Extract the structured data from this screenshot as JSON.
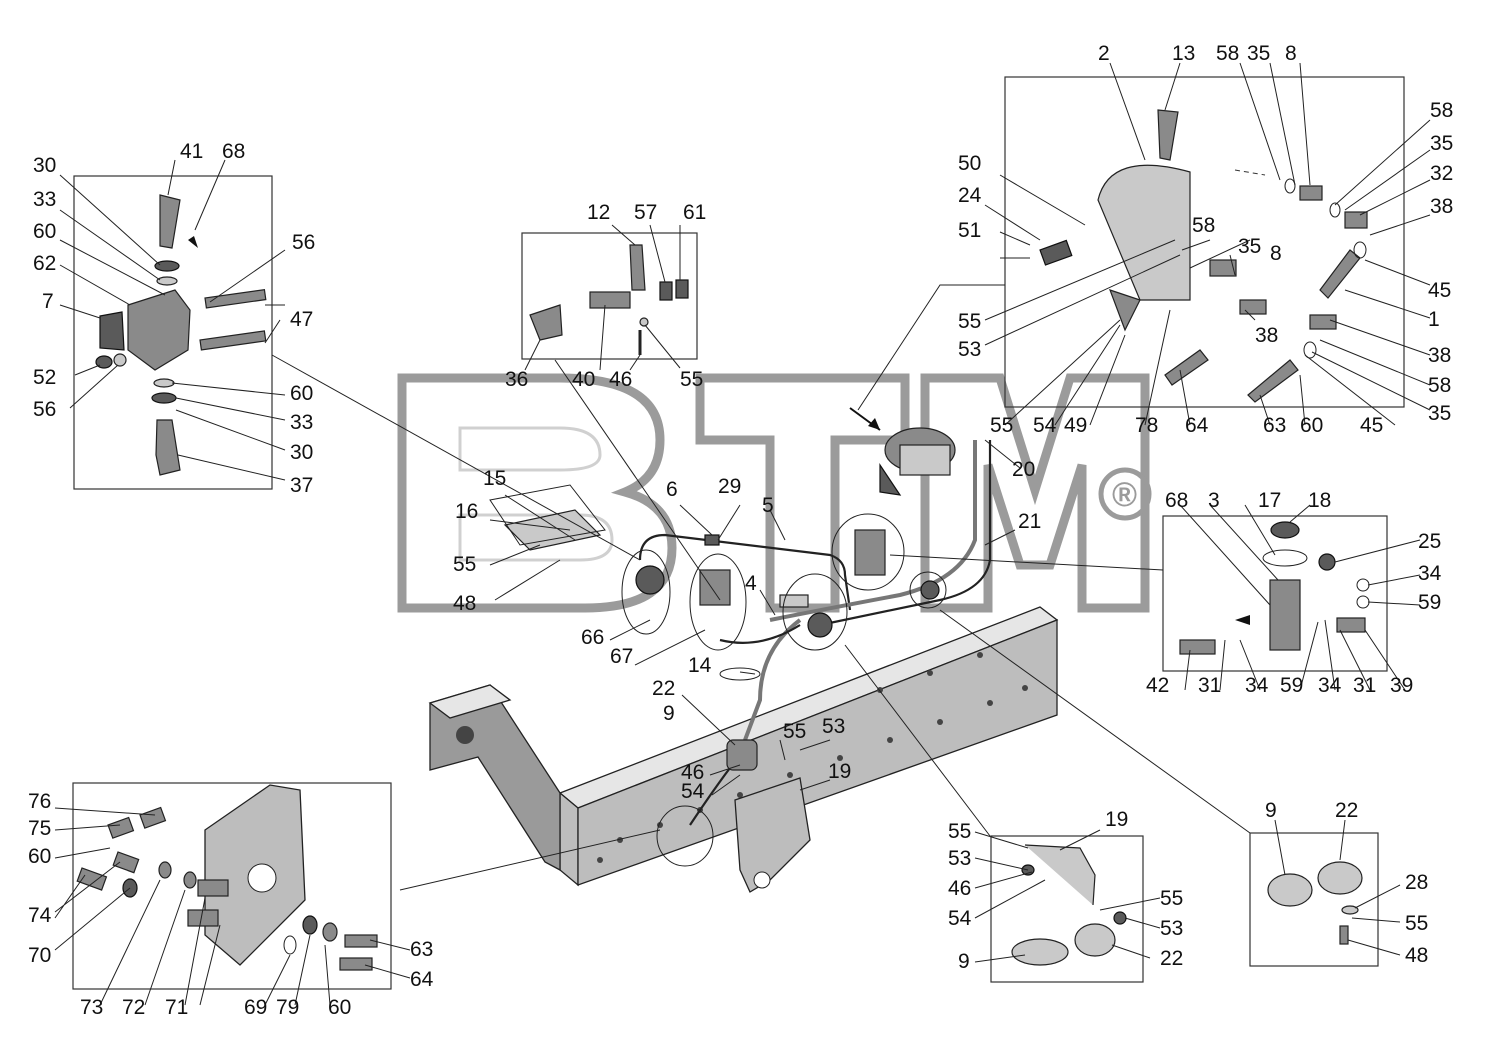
{
  "watermark": {
    "brand": "BTM",
    "mark": "®"
  },
  "colors": {
    "line": "#222222",
    "part": "#8a8a8a",
    "watermark": "#9b9b9b"
  },
  "callouts": [
    {
      "id": "c-2",
      "text": "2"
    },
    {
      "id": "c-13",
      "text": "13"
    },
    {
      "id": "c-58a",
      "text": "58"
    },
    {
      "id": "c-35a",
      "text": "35"
    },
    {
      "id": "c-8a",
      "text": "8"
    },
    {
      "id": "c-58b",
      "text": "58"
    },
    {
      "id": "c-35b",
      "text": "35"
    },
    {
      "id": "c-32",
      "text": "32"
    },
    {
      "id": "c-38a",
      "text": "38"
    },
    {
      "id": "c-50",
      "text": "50"
    },
    {
      "id": "c-24",
      "text": "24"
    },
    {
      "id": "c-51",
      "text": "51"
    },
    {
      "id": "c-58c",
      "text": "58"
    },
    {
      "id": "c-35c",
      "text": "35"
    },
    {
      "id": "c-8b",
      "text": "8"
    },
    {
      "id": "c-45a",
      "text": "45"
    },
    {
      "id": "c-1",
      "text": "1"
    },
    {
      "id": "c-38b",
      "text": "38"
    },
    {
      "id": "c-38c",
      "text": "38"
    },
    {
      "id": "c-58d",
      "text": "58"
    },
    {
      "id": "c-35d",
      "text": "35"
    },
    {
      "id": "c-55a",
      "text": "55"
    },
    {
      "id": "c-53a",
      "text": "53"
    },
    {
      "id": "c-55b",
      "text": "55"
    },
    {
      "id": "c-54a",
      "text": "54"
    },
    {
      "id": "c-49",
      "text": "49"
    },
    {
      "id": "c-78",
      "text": "78"
    },
    {
      "id": "c-64a",
      "text": "64"
    },
    {
      "id": "c-63a",
      "text": "63"
    },
    {
      "id": "c-60a",
      "text": "60"
    },
    {
      "id": "c-45b",
      "text": "45"
    },
    {
      "id": "c-20",
      "text": "20"
    },
    {
      "id": "c-21",
      "text": "21"
    },
    {
      "id": "c-41",
      "text": "41"
    },
    {
      "id": "c-68a",
      "text": "68"
    },
    {
      "id": "c-30a",
      "text": "30"
    },
    {
      "id": "c-33a",
      "text": "33"
    },
    {
      "id": "c-60b",
      "text": "60"
    },
    {
      "id": "c-62",
      "text": "62"
    },
    {
      "id": "c-7",
      "text": "7"
    },
    {
      "id": "c-56a",
      "text": "56"
    },
    {
      "id": "c-47",
      "text": "47"
    },
    {
      "id": "c-52",
      "text": "52"
    },
    {
      "id": "c-56b",
      "text": "56"
    },
    {
      "id": "c-60c",
      "text": "60"
    },
    {
      "id": "c-33b",
      "text": "33"
    },
    {
      "id": "c-30b",
      "text": "30"
    },
    {
      "id": "c-37",
      "text": "37"
    },
    {
      "id": "c-12",
      "text": "12"
    },
    {
      "id": "c-57",
      "text": "57"
    },
    {
      "id": "c-61",
      "text": "61"
    },
    {
      "id": "c-36",
      "text": "36"
    },
    {
      "id": "c-40",
      "text": "40"
    },
    {
      "id": "c-46a",
      "text": "46"
    },
    {
      "id": "c-55c",
      "text": "55"
    },
    {
      "id": "c-15",
      "text": "15"
    },
    {
      "id": "c-16",
      "text": "16"
    },
    {
      "id": "c-55d",
      "text": "55"
    },
    {
      "id": "c-48a",
      "text": "48"
    },
    {
      "id": "c-6",
      "text": "6"
    },
    {
      "id": "c-29",
      "text": "29"
    },
    {
      "id": "c-5",
      "text": "5"
    },
    {
      "id": "c-4",
      "text": "4"
    },
    {
      "id": "c-66",
      "text": "66"
    },
    {
      "id": "c-67",
      "text": "67"
    },
    {
      "id": "c-14",
      "text": "14"
    },
    {
      "id": "c-22a",
      "text": "22"
    },
    {
      "id": "c-9a",
      "text": "9"
    },
    {
      "id": "c-55e",
      "text": "55"
    },
    {
      "id": "c-53b",
      "text": "53"
    },
    {
      "id": "c-46b",
      "text": "46"
    },
    {
      "id": "c-54b",
      "text": "54"
    },
    {
      "id": "c-19a",
      "text": "19"
    },
    {
      "id": "c-68b",
      "text": "68"
    },
    {
      "id": "c-3",
      "text": "3"
    },
    {
      "id": "c-17",
      "text": "17"
    },
    {
      "id": "c-18",
      "text": "18"
    },
    {
      "id": "c-25",
      "text": "25"
    },
    {
      "id": "c-34a",
      "text": "34"
    },
    {
      "id": "c-59a",
      "text": "59"
    },
    {
      "id": "c-42",
      "text": "42"
    },
    {
      "id": "c-31a",
      "text": "31"
    },
    {
      "id": "c-34b",
      "text": "34"
    },
    {
      "id": "c-59b",
      "text": "59"
    },
    {
      "id": "c-34c",
      "text": "34"
    },
    {
      "id": "c-31b",
      "text": "31"
    },
    {
      "id": "c-39",
      "text": "39"
    },
    {
      "id": "c-76",
      "text": "76"
    },
    {
      "id": "c-75",
      "text": "75"
    },
    {
      "id": "c-60d",
      "text": "60"
    },
    {
      "id": "c-74",
      "text": "74"
    },
    {
      "id": "c-70",
      "text": "70"
    },
    {
      "id": "c-73",
      "text": "73"
    },
    {
      "id": "c-72",
      "text": "72"
    },
    {
      "id": "c-71",
      "text": "71"
    },
    {
      "id": "c-69",
      "text": "69"
    },
    {
      "id": "c-79",
      "text": "79"
    },
    {
      "id": "c-60e",
      "text": "60"
    },
    {
      "id": "c-63b",
      "text": "63"
    },
    {
      "id": "c-64b",
      "text": "64"
    },
    {
      "id": "c-55f",
      "text": "55"
    },
    {
      "id": "c-19b",
      "text": "19"
    },
    {
      "id": "c-53c",
      "text": "53"
    },
    {
      "id": "c-46c",
      "text": "46"
    },
    {
      "id": "c-54c",
      "text": "54"
    },
    {
      "id": "c-55g",
      "text": "55"
    },
    {
      "id": "c-53d",
      "text": "53"
    },
    {
      "id": "c-9b",
      "text": "9"
    },
    {
      "id": "c-22b",
      "text": "22"
    },
    {
      "id": "c-9c",
      "text": "9"
    },
    {
      "id": "c-22c",
      "text": "22"
    },
    {
      "id": "c-28",
      "text": "28"
    },
    {
      "id": "c-55h",
      "text": "55"
    },
    {
      "id": "c-48b",
      "text": "48"
    }
  ]
}
